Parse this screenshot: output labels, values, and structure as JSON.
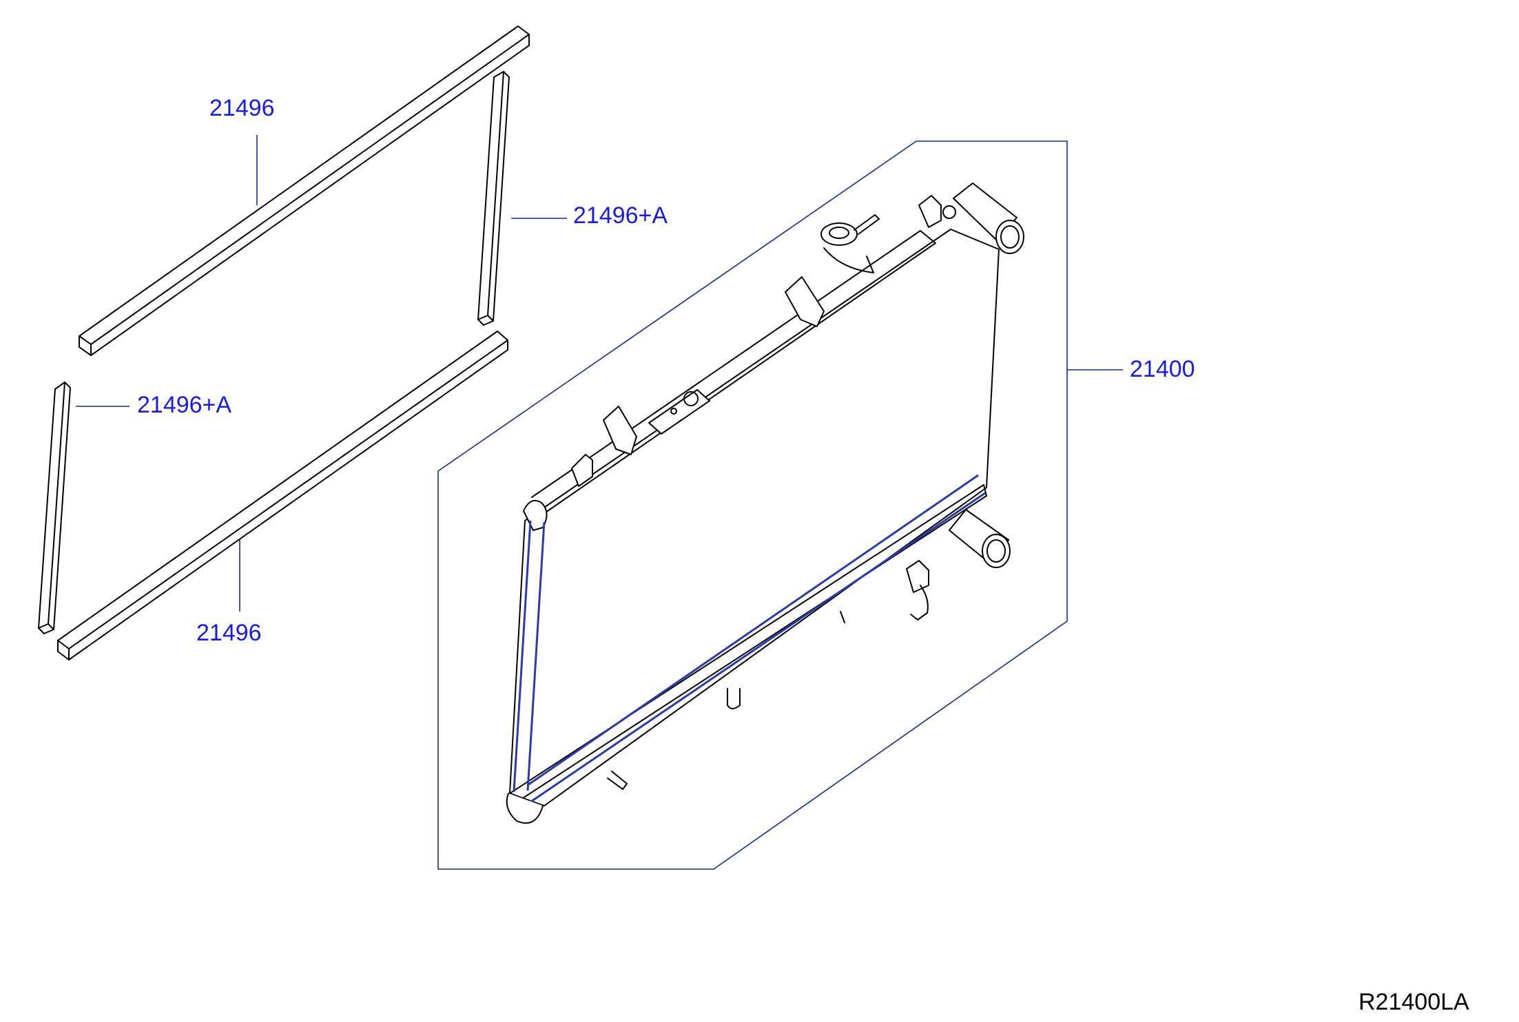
{
  "diagram": {
    "labels": {
      "seal_top": "21496",
      "seal_right_side": "21496+A",
      "seal_left_side": "21496+A",
      "seal_bottom": "21496",
      "radiator": "21400"
    },
    "diagram_code": "R21400LA",
    "colors": {
      "label_blue": "#1a1ae6",
      "leader_blue": "#1a2a8a",
      "line_black": "#000000",
      "background": "#ffffff"
    }
  }
}
